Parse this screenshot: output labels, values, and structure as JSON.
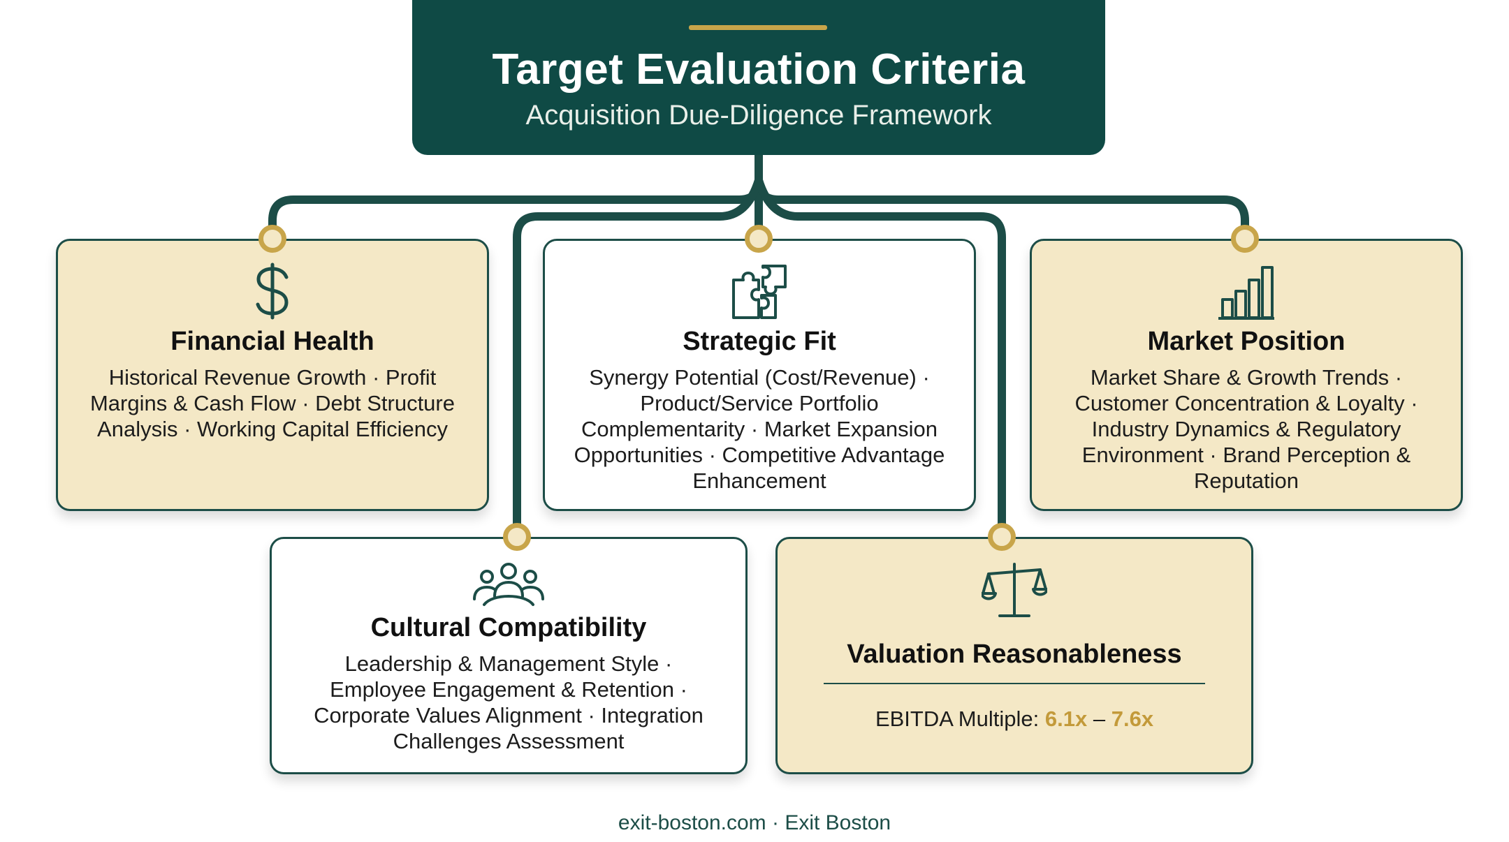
{
  "header": {
    "title": "Target Evaluation Criteria",
    "subtitle": "Acquisition Due-Diligence Framework"
  },
  "cards": {
    "financial": {
      "title": "Financial Health",
      "body": "Historical Revenue Growth · Profit Margins & Cash Flow · Debt Structure Analysis · Working Capital Efficiency",
      "icon": "dollar-icon"
    },
    "strategic": {
      "title": "Strategic Fit",
      "body": "Synergy Potential (Cost/Revenue) · Product/Service Portfolio Complementarity · Market Expansion Opportunities · Competitive Advantage Enhancement",
      "icon": "puzzle-icon"
    },
    "market": {
      "title": "Market Position",
      "body": "Market Share & Growth Trends · Customer Concentration & Loyalty · Industry Dynamics & Regulatory Environment · Brand Perception & Reputation",
      "icon": "bar-chart-icon"
    },
    "cultural": {
      "title": "Cultural Compatibility",
      "body": "Leadership & Management Style · Employee Engagement & Retention · Corporate Values Alignment · Integration Challenges Assessment",
      "icon": "people-icon"
    },
    "valuation": {
      "title": "Valuation Reasonableness",
      "metric_label": "EBITDA Multiple:",
      "low": "6.1x",
      "separator": "–",
      "high": "7.6x",
      "icon": "scale-icon"
    }
  },
  "footer": "exit-boston.com · Exit Boston",
  "colors": {
    "dark_teal": "#0f4a45",
    "gold": "#c8a54a",
    "beige": "#f4e8c6",
    "white": "#ffffff"
  }
}
